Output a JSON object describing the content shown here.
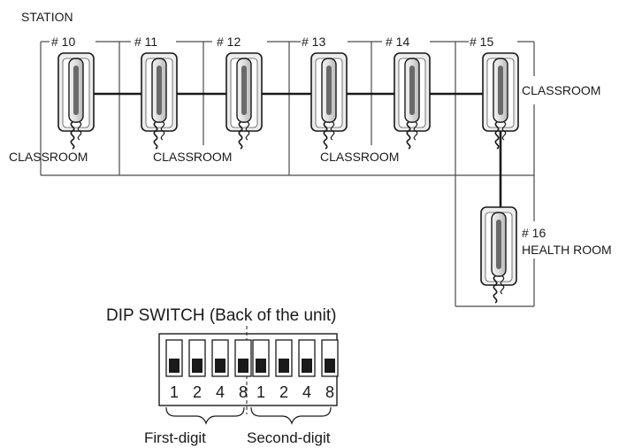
{
  "station_heading": "STATION",
  "stations": [
    {
      "label": "# 10"
    },
    {
      "label": "# 11"
    },
    {
      "label": "# 12"
    },
    {
      "label": "# 13"
    },
    {
      "label": "# 14"
    },
    {
      "label": "# 15"
    }
  ],
  "station_16": {
    "label": "# 16",
    "room": "HEALTH ROOM"
  },
  "rooms": {
    "classroom_a": "CLASSROOM",
    "classroom_b": "CLASSROOM",
    "classroom_c": "CLASSROOM",
    "classroom_d": "CLASSROOM"
  },
  "dip_switch": {
    "title": "DIP SWITCH (Back of the unit)",
    "switch_labels": [
      "1",
      "2",
      "4",
      "8",
      "1",
      "2",
      "4",
      "8"
    ],
    "first_group_label": "First-digit",
    "second_group_label": "Second-digit"
  }
}
